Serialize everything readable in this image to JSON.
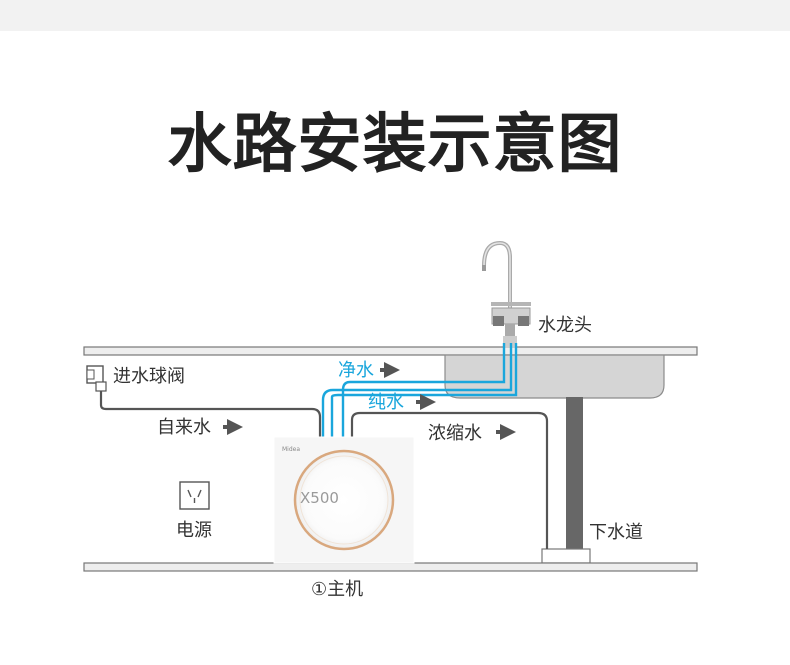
{
  "title": "水路安装示意图",
  "labels": {
    "faucet": "水龙头",
    "inlet_valve": "进水球阀",
    "tap_water": "自来水",
    "purified_water": "净水",
    "pure_water": "纯水",
    "concentrate": "浓缩水",
    "drain": "下水道",
    "power": "电源",
    "main_unit": "①主机",
    "model": "X500"
  },
  "colors": {
    "pure_line": "#1aa6dc",
    "pipe": "#555555",
    "shelf": "#eeeeee",
    "arrow": "#555555",
    "unit_ring": "#d9a87e"
  },
  "icons": [
    "arrow-right-icon",
    "power-outlet-icon",
    "valve-icon",
    "faucet-icon"
  ]
}
